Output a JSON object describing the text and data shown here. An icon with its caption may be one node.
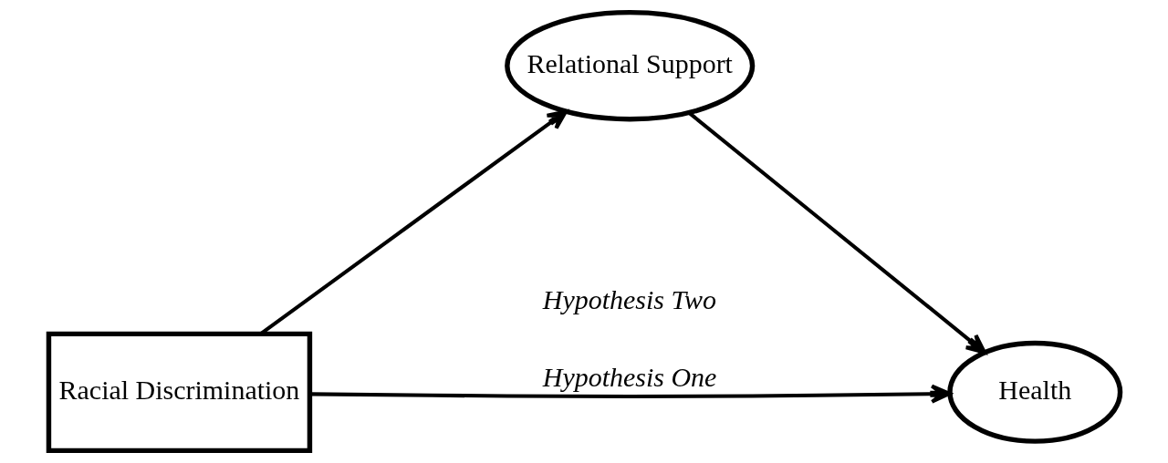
{
  "diagram": {
    "nodes": [
      {
        "text": [
          "Racial Discrimination"
        ]
      },
      {
        "text": [
          "Relational Support"
        ]
      },
      {
        "text": [
          "Health"
        ]
      }
    ],
    "edges": [
      {
        "from": 0,
        "to": 1,
        "arrow": "to"
      },
      {
        "from": 1,
        "to": 2,
        "arrow": "to"
      },
      {
        "from": 0,
        "to": 2,
        "arrow": "to",
        "label": "Hypothesis One"
      }
    ],
    "labels": [
      "Hypothesis Two"
    ]
  }
}
